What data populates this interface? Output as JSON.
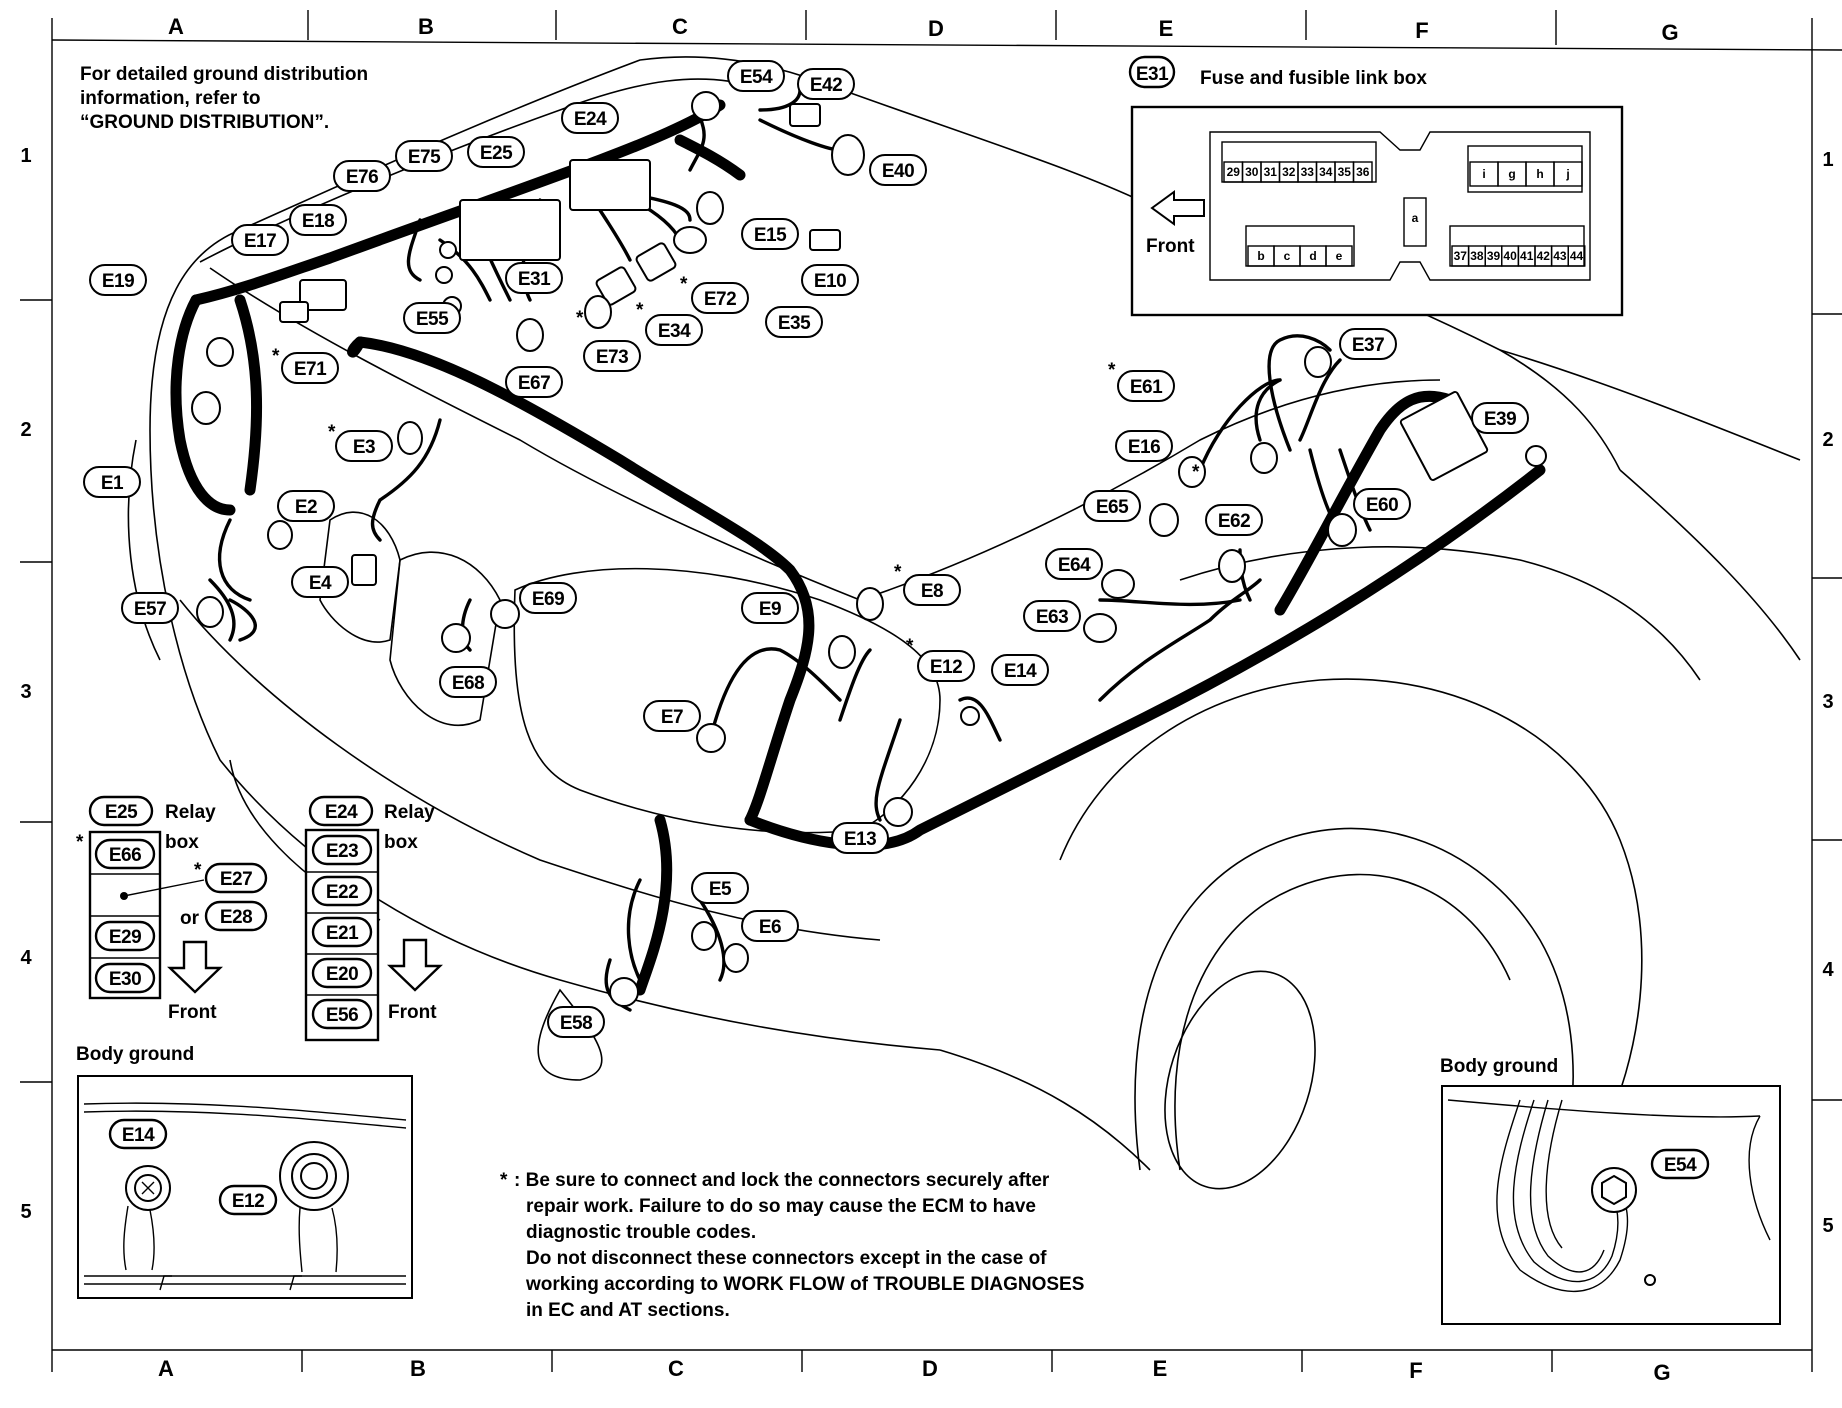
{
  "grid": {
    "columns": [
      "A",
      "B",
      "C",
      "D",
      "E",
      "F",
      "G"
    ],
    "rows": [
      "1",
      "2",
      "3",
      "4",
      "5"
    ]
  },
  "notes": {
    "ground": [
      "For detailed ground distribution",
      "information, refer to",
      "“GROUND DISTRIBUTION”."
    ],
    "asterisk_mark": "*",
    "footer": [
      ": Be sure to connect and lock the connectors securely after",
      "repair work. Failure to do so may cause the ECM to have",
      "diagnostic trouble codes.",
      "Do not disconnect these connectors except in the case of",
      "working according to WORK FLOW of TROUBLE DIAGNOSES",
      "in EC and AT sections."
    ]
  },
  "fuse_box": {
    "connector": "E31",
    "title": "Fuse and fusible link box",
    "front_label": "Front",
    "row1": [
      "29",
      "30",
      "31",
      "32",
      "33",
      "34",
      "35",
      "36"
    ],
    "row_letters": [
      "i",
      "g",
      "h",
      "j"
    ],
    "center_letter": "a",
    "row_bcde": [
      "b",
      "c",
      "d",
      "e"
    ],
    "row2": [
      "37",
      "38",
      "39",
      "40",
      "41",
      "42",
      "43",
      "44"
    ]
  },
  "relay_box_1": {
    "title_connector": "E25",
    "title_word1": "Relay",
    "title_word2": "box",
    "items": [
      "E66",
      "E29",
      "E30"
    ],
    "branch_1": "E27",
    "or_word": "or",
    "branch_2": "E28",
    "front_label": "Front"
  },
  "relay_box_2": {
    "title_connector": "E24",
    "title_word1": "Relay",
    "title_word2": "box",
    "items": [
      "E23",
      "E22",
      "E21",
      "E20",
      "E56"
    ],
    "front_label": "Front"
  },
  "body_ground_left": {
    "title": "Body ground",
    "labels": [
      "E14",
      "E12"
    ]
  },
  "body_ground_right": {
    "title": "Body ground",
    "labels": [
      "E54"
    ]
  },
  "connectors": [
    "E54",
    "E42",
    "E24",
    "E40",
    "E75",
    "E25",
    "E76",
    "E15",
    "E10",
    "E18",
    "E17",
    "E31",
    "E35",
    "E72",
    "E34",
    "E19",
    "E55",
    "E73",
    "E67",
    "E71",
    "E1",
    "E3",
    "E2",
    "E4",
    "E57",
    "E69",
    "E68",
    "E9",
    "E8",
    "E7",
    "E12",
    "E14",
    "E13",
    "E5",
    "E6",
    "E58",
    "E37",
    "E61",
    "E39",
    "E16",
    "E60",
    "E65",
    "E62",
    "E64",
    "E63"
  ]
}
